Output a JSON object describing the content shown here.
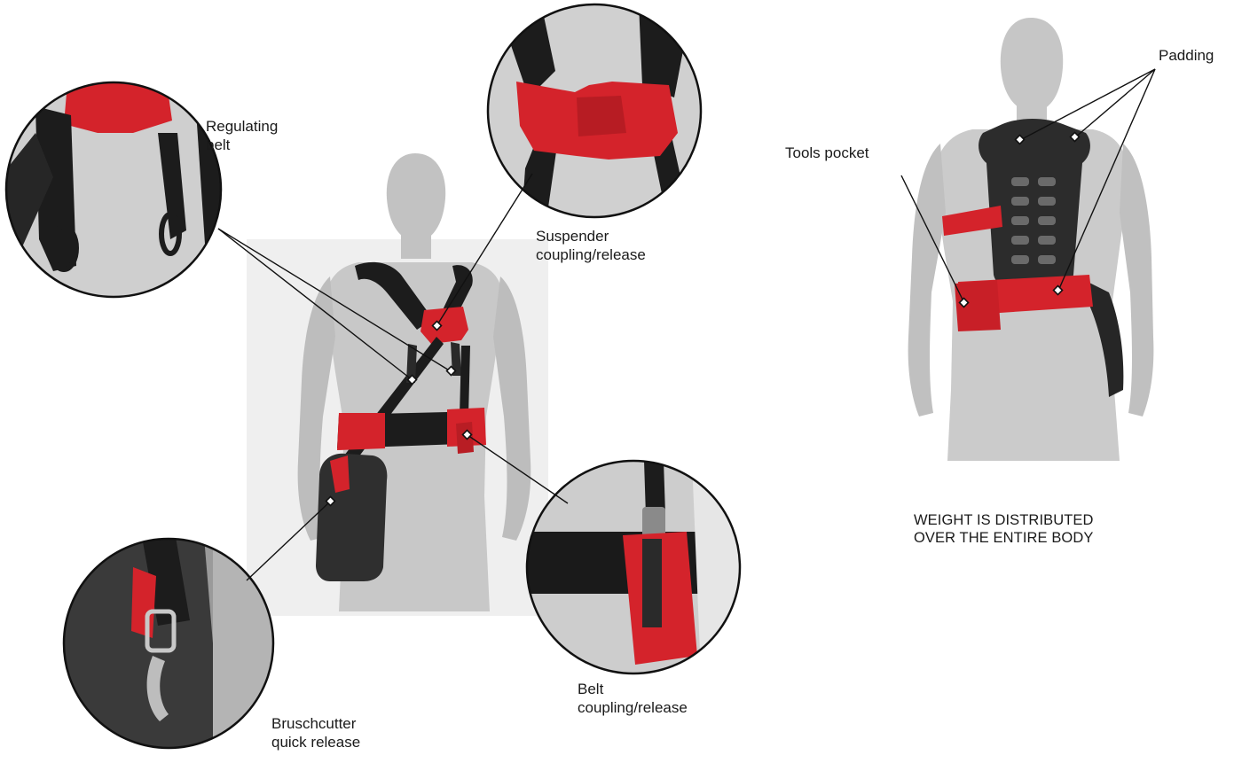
{
  "labels": {
    "regulating_belt": "Regulating\nbelt",
    "suspender": "Suspender\ncoupling/release",
    "brushcutter": "Bruschcutter\nquick release",
    "belt_coupling": "Belt\ncoupling/release",
    "padding": "Padding",
    "tools_pocket": "Tools pocket",
    "caption": "WEIGHT IS DISTRIBUTED\nOVER THE ENTIRE BODY"
  },
  "colors": {
    "harness_red": "#d4232b",
    "strap_black": "#1c1c1c",
    "silhouette_grey": "#c4c4c4",
    "background": "#ffffff"
  }
}
